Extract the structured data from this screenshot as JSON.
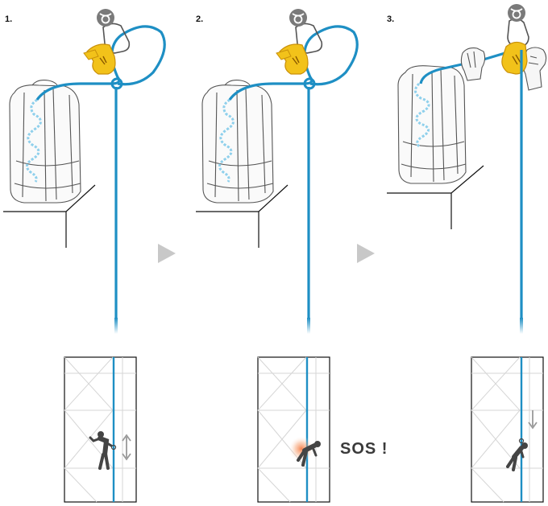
{
  "steps": [
    {
      "number": "1."
    },
    {
      "number": "2."
    },
    {
      "number": "3."
    }
  ],
  "alert_text": "SOS !",
  "colors": {
    "rope": "#1e8fc4",
    "rope_light": "#8fd0ec",
    "device": "#f2c21a",
    "device_dark": "#c9900a",
    "icon_badge": "#7a7a7a",
    "arrow": "#c8c8c8",
    "figure": "#444444",
    "glow": "#f26a2c"
  },
  "icons": [
    "ban-symbol-icon",
    "next-step-arrow-icon",
    "up-down-arrow-icon",
    "down-arrow-icon"
  ]
}
